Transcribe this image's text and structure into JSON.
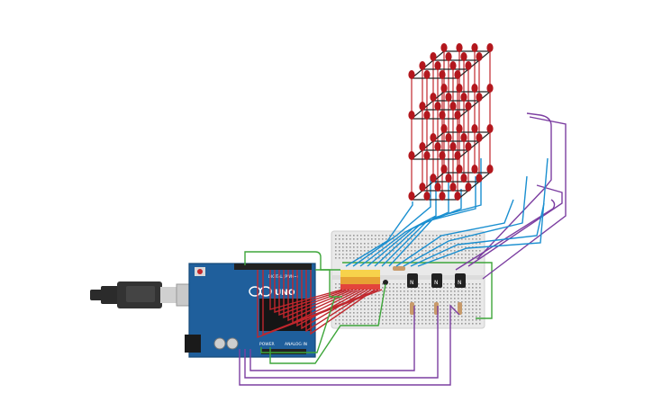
{
  "arduino": {
    "brand": "UNO",
    "power_label": "POWER",
    "analog_label": "ANALOG IN",
    "digital_label": "DIGITAL (PWM~)",
    "board_color": "#1f5f9c"
  },
  "transistors": [
    {
      "label": "N"
    },
    {
      "label": "N"
    },
    {
      "label": "N"
    }
  ],
  "colors": {
    "led_red": "#b3171d",
    "wire_red": "#c0272d",
    "wire_green": "#3ea63a",
    "wire_purple": "#7c3ea1",
    "wire_blue": "#1a8fd0",
    "wire_black": "#222222",
    "breadboard": "#e9e9e9"
  },
  "components": {
    "cube": "4x4x4 LED cube",
    "layers": 4
  }
}
